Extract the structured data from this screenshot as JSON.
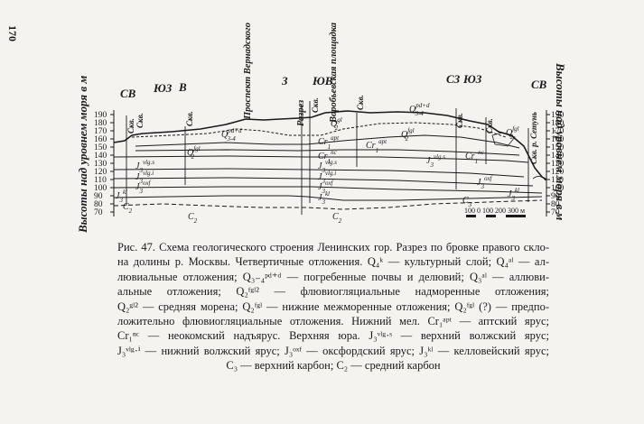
{
  "page_number": "170",
  "figure": {
    "left_axis_title": "Высоты над уровнем моря в м",
    "right_axis_title": "Высоты над уровнем моря в м",
    "axis_ticks": [
      "190",
      "180",
      "170",
      "160",
      "150",
      "140",
      "130",
      "120",
      "110",
      "100",
      "90",
      "80",
      "70"
    ],
    "top_labels": {
      "sv_left": "СВ",
      "yuz_left": "ЮЗ",
      "v_left": "В",
      "prospekt": "Проспект Вернадского",
      "z": "З",
      "yuv": "ЮВ",
      "razrez": "Разрез",
      "vorobevskaya": "Воробьевская площадка",
      "sz": "СЗ",
      "yuz_right": "ЮЗ",
      "sv_right": "СВ",
      "skv1": "Скв.",
      "skv2": "Скв.",
      "skv3": "Скв.",
      "skv4": "Скв.",
      "skv5": "Скв.",
      "skv6": "Скв.",
      "skv7": "Скв.",
      "skv_setun": "Скв. р. Сетунь"
    },
    "scale": {
      "label": "100 0 100 200 300 м"
    },
    "unit_labels": {
      "q1": "Q",
      "q1sup": "pd+d",
      "q1sub": "3-4",
      "q2": "Q",
      "q2sup": "pd+d",
      "q2sub": "3-4",
      "q3": "Q",
      "q3sup": "fgl",
      "q3sub": "2",
      "q4": "Q",
      "q4sup": "fgl",
      "q4sub": "2",
      "q5": "Q",
      "q5sup": "fgl",
      "q5sub": "2",
      "q6": "Q",
      "q6sup": "gl",
      "q6sub": "2",
      "cr1": "Cr",
      "cr1sup": "apt",
      "cr1sub": "1",
      "cr2": "Cr",
      "cr2sup": "apt",
      "cr2sub": "1",
      "cr3": "Cr",
      "cr3sup": "nc",
      "cr3sub": "1",
      "cr4": "Cr",
      "cr4sup": "nc",
      "cr4sub": "1",
      "j1": "J",
      "j1sup": "vlg.s",
      "j1sub": "3",
      "j2": "J",
      "j2sup": "vlg.s",
      "j2sub": "3",
      "j3": "J",
      "j3sup": "vlg.s",
      "j3sub": "3",
      "j4": "J",
      "j4sup": "vlg.i",
      "j4sub": "3",
      "j5": "J",
      "j5sup": "vlg.i",
      "j5sub": "3",
      "j6": "J",
      "j6sup": "oxf",
      "j6sub": "3",
      "j7": "J",
      "j7sup": "oxf",
      "j7sub": "3",
      "j8": "J",
      "j8sup": "oxf",
      "j8sub": "3",
      "j9": "J",
      "j9sup": "kl",
      "j9sub": "3",
      "j10": "J",
      "j10sup": "kl",
      "j10sub": "3",
      "j11": "J",
      "j11sup": "kl",
      "j11sub": "3",
      "c3": "C",
      "c3sub": "3",
      "c2a": "C",
      "c2asub": "2",
      "c2b": "C",
      "c2bsub": "2",
      "c2c": "C",
      "c2csub": "2"
    }
  },
  "caption": {
    "line1": "Рис. 47. Схема геологического строения Ленинских гор. Разрез по бровке правого скло-",
    "line2": "на долины р. Москвы. Четвертичные отложения. Q₄ᵏ — культурный слой; Q₄ᵃˡ — ал-",
    "line3": "лювиальные отложения; Q₃₋₄ᵖᵈ⁺ᵈ — погребенные почвы и делювий; Q₃ᵃˡ — аллюви-",
    "line4": "альные отложения; Q₂ᶠᵍˡ² — флювиогляциальные надморенные отложения;",
    "line5": "Q₂ᵍˡ² — средняя морена; Q₂ᶠᵍˡ — нижние межморенные отложения; Q₂ᶠᵍˡ (?) — предпо-",
    "line6": "ложительно флювиогляциальные отложения. Нижний мел. Cr₁ᵃᵖᵗ — аптский ярус;",
    "line7": "Cr₁ⁿᶜ — неокомский надъярус. Верхняя юра. J₃ᵛˡᵍ·ˢ — верхний волжский ярус;",
    "line8": "J₃ᵛˡᵍ·ⁱ — нижний волжский ярус; J₃ᵒˣᶠ — оксфордский ярус; J₃ᵏˡ — келловейский ярус;",
    "line9": "C₃ — верхний карбон; C₂ — средний карбон"
  }
}
